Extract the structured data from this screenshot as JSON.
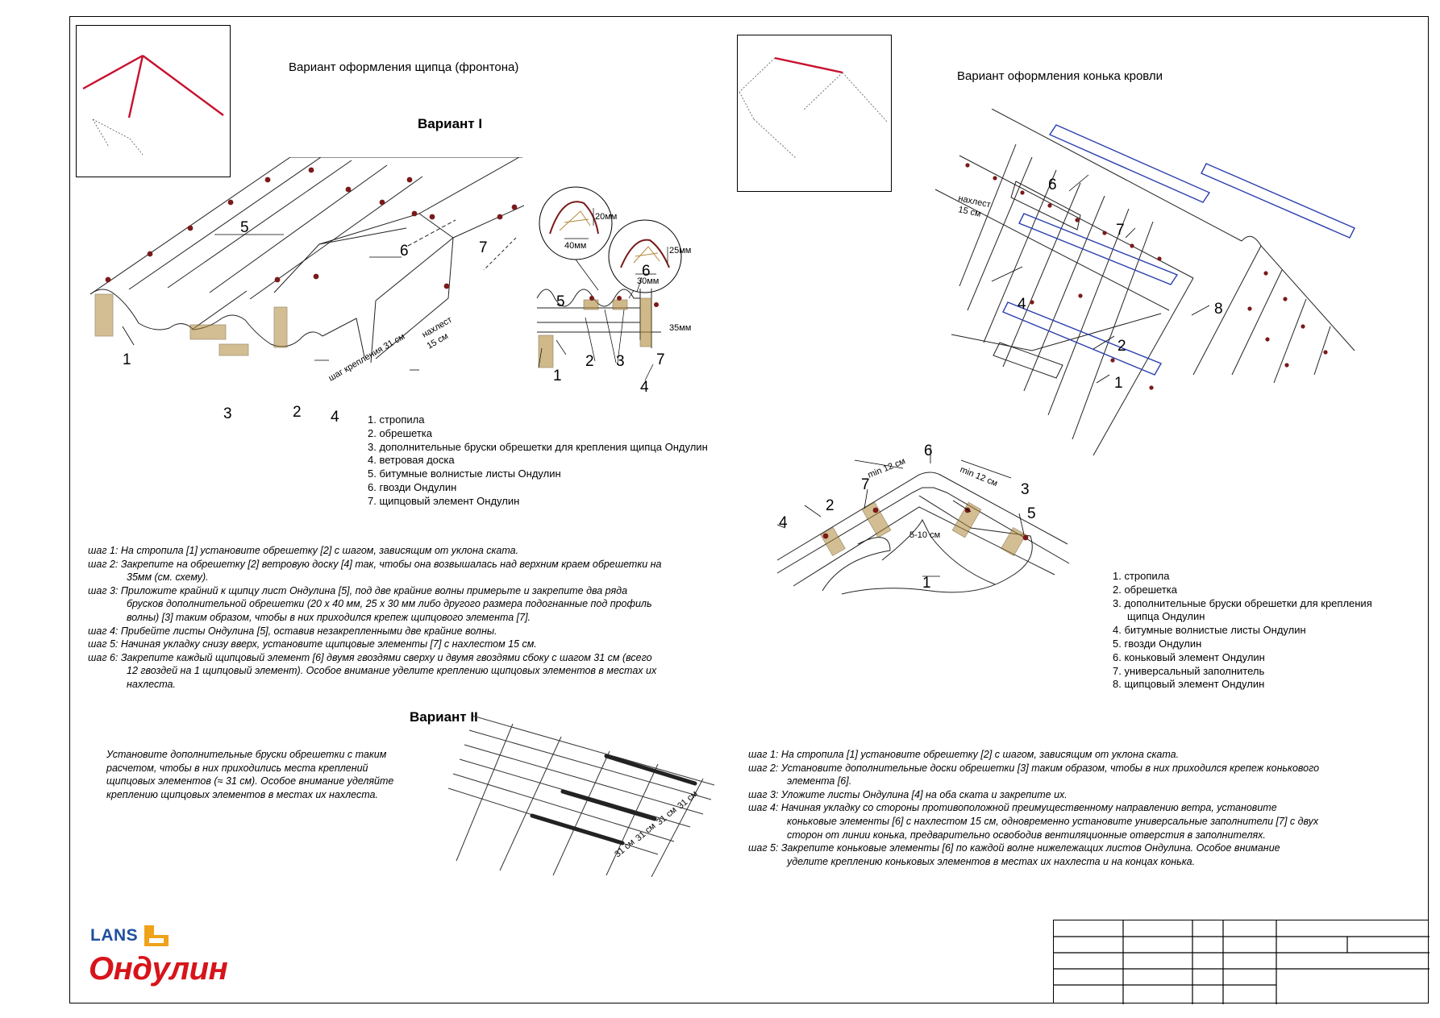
{
  "left": {
    "title": "Вариант оформления щипца (фронтона)",
    "variant1": "Вариант I",
    "callouts": [
      "1",
      "2",
      "3",
      "4",
      "5",
      "6",
      "7"
    ],
    "overlap": "нахлест",
    "overlap_val": "15 см",
    "pitch_label": "шаг крепления 31 см",
    "profile_a": {
      "w": "40мм",
      "h": "20мм"
    },
    "profile_b": {
      "w": "30мм",
      "h": "25мм"
    },
    "dim_35": "35мм",
    "legend": [
      "1. стропила",
      "2. обрешетка",
      "3. дополнительные бруски обрешетки для крепления щипца Ондулин",
      "4. ветровая доска",
      "5. битумные волнистые листы Ондулин",
      "6. гвозди Ондулин",
      "7. щипцовый элемент Ондулин"
    ],
    "steps": [
      {
        "first": "шаг 1: На стропила [1] установите обрешетку [2] с шагом, зависящим от уклона ската.",
        "rest": []
      },
      {
        "first": "шаг 2: Закрепите на обрешетку [2] ветровую доску [4] так, чтобы она возвышалась над верхним краем обрешетки на",
        "rest": [
          "35мм (см. схему)."
        ]
      },
      {
        "first": "шаг 3: Приложите крайний к щипцу лист Ондулина [5], под две крайние волны примерьте и закрепите два ряда",
        "rest": [
          "брусков  дополнительной обрешетки (20 х 40 мм, 25 х 30 мм либо другого размера подогнанные под профиль",
          "волны) [3] таким образом, чтобы в них приходился крепеж щипцового элемента [7]."
        ]
      },
      {
        "first": "шаг 4: Прибейте листы Ондулина [5], оставив незакрепленными две крайние волны.",
        "rest": []
      },
      {
        "first": "шаг 5: Начиная укладку снизу вверх, установите щипцовые элементы [7] с нахлестом 15 см.",
        "rest": []
      },
      {
        "first": "шаг 6: Закрепите каждый щипцовый элемент [6] двумя гвоздями сверху и двумя гвоздями сбоку с шагом 31 см (всего",
        "rest": [
          "12 гвоздей на 1 щипцовый элемент). Особое внимание уделите креплению щипцовых элементов в местах их",
          "нахлеста."
        ]
      }
    ],
    "variant2": "Вариант II",
    "variant2_note": "Установите дополнительные бруски обрешетки с таким\nрасчетом, чтобы в них приходились места креплений\nщипцовых элементов (≈ 31 см). Особое внимание уделяйте\nкреплению щипцовых элементов в местах их нахлеста.",
    "spacing": "31 см"
  },
  "right": {
    "title": "Вариант оформления конька кровли",
    "callouts": [
      "1",
      "2",
      "3",
      "4",
      "5",
      "6",
      "7",
      "8"
    ],
    "overlap": "нахлест",
    "overlap_val": "15 см",
    "min12": "min 12 см",
    "gap": "5-10 см",
    "legend": [
      {
        "first": "1. стропила",
        "rest": []
      },
      {
        "first": "2. обрешетка",
        "rest": []
      },
      {
        "first": "3. дополнительные бруски обрешетки для крепления",
        "rest": [
          "щипца Ондулин"
        ]
      },
      {
        "first": "4. битумные волнистые листы Ондулин",
        "rest": []
      },
      {
        "first": "5. гвозди Ондулин",
        "rest": []
      },
      {
        "first": "6. коньковый элемент Ондулин",
        "rest": []
      },
      {
        "first": "7. универсальный заполнитель",
        "rest": []
      },
      {
        "first": "8. щипцовый элемент Ондулин",
        "rest": []
      }
    ],
    "steps": [
      {
        "first": "шаг 1: На стропила [1] установите обрешетку [2] с шагом, зависящим от уклона ската.",
        "rest": []
      },
      {
        "first": "шаг 2: Установите дополнительные доски обрешетки [3] таким образом, чтобы в них приходился крепеж конькового",
        "rest": [
          "элемента [6]."
        ]
      },
      {
        "first": "шаг 3: Уложите листы Ондулина [4] на оба ската и закрепите их.",
        "rest": []
      },
      {
        "first": "шаг 4: Начиная укладку со стороны противоположной преимущественному направлению ветра, установите",
        "rest": [
          "коньковые элементы [6] с нахлестом 15 см, одновременно установите универсальные заполнители [7] с двух",
          "сторон от линии конька, предварительно освободив вентиляционные отверстия в заполнителях."
        ]
      },
      {
        "first": "шаг 5: Закрепите коньковые элементы [6] по каждой волне нижележащих листов Ондулина. Особое внимание",
        "rest": [
          "уделите креплению коньковых элементов в местах их нахлеста и на концах конька."
        ]
      }
    ]
  },
  "logo": {
    "brand": "LANS",
    "product": "Ондулин"
  },
  "colors": {
    "accent_red": "#c8102e",
    "nail": "#7a1a1a",
    "wood": "#b08a3c",
    "ridge_blue": "#2a3fae",
    "logo_blue": "#1e4f9e"
  }
}
